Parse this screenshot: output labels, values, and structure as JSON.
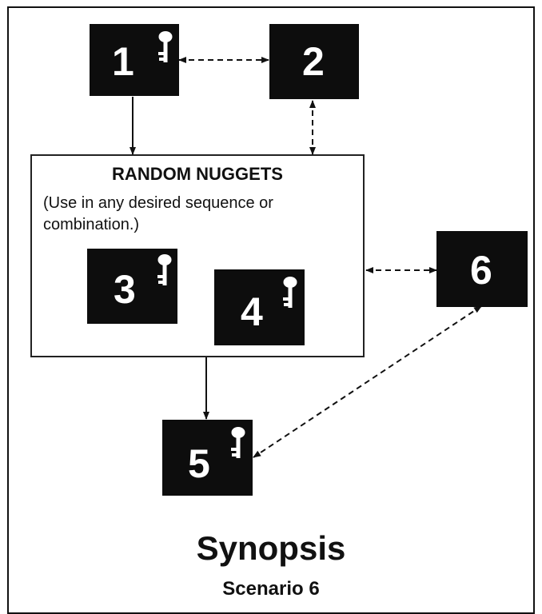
{
  "nodes": {
    "n1": {
      "label": "1",
      "has_key": true
    },
    "n2": {
      "label": "2",
      "has_key": false
    },
    "n3": {
      "label": "3",
      "has_key": true
    },
    "n4": {
      "label": "4",
      "has_key": true
    },
    "n5": {
      "label": "5",
      "has_key": true
    },
    "n6": {
      "label": "6",
      "has_key": false
    }
  },
  "random_nuggets": {
    "title": "RANDOM NUGGETS",
    "subtitle": "(Use in any desired sequence or combination.)"
  },
  "title": "Synopsis",
  "subtitle": "Scenario 6",
  "connections": [
    {
      "from": "1",
      "to": "2",
      "style": "dashed",
      "bidirectional": true
    },
    {
      "from": "1",
      "to": "random-nuggets",
      "style": "solid",
      "bidirectional": false
    },
    {
      "from": "2",
      "to": "random-nuggets",
      "style": "dashed",
      "bidirectional": true
    },
    {
      "from": "random-nuggets",
      "to": "6",
      "style": "dashed",
      "bidirectional": true
    },
    {
      "from": "random-nuggets",
      "to": "5",
      "style": "solid",
      "bidirectional": false
    },
    {
      "from": "6",
      "to": "5",
      "style": "dashed",
      "bidirectional": true
    }
  ],
  "colors": {
    "node_fill": "#0d0d0d",
    "node_text": "#ffffff",
    "line": "#111111"
  }
}
